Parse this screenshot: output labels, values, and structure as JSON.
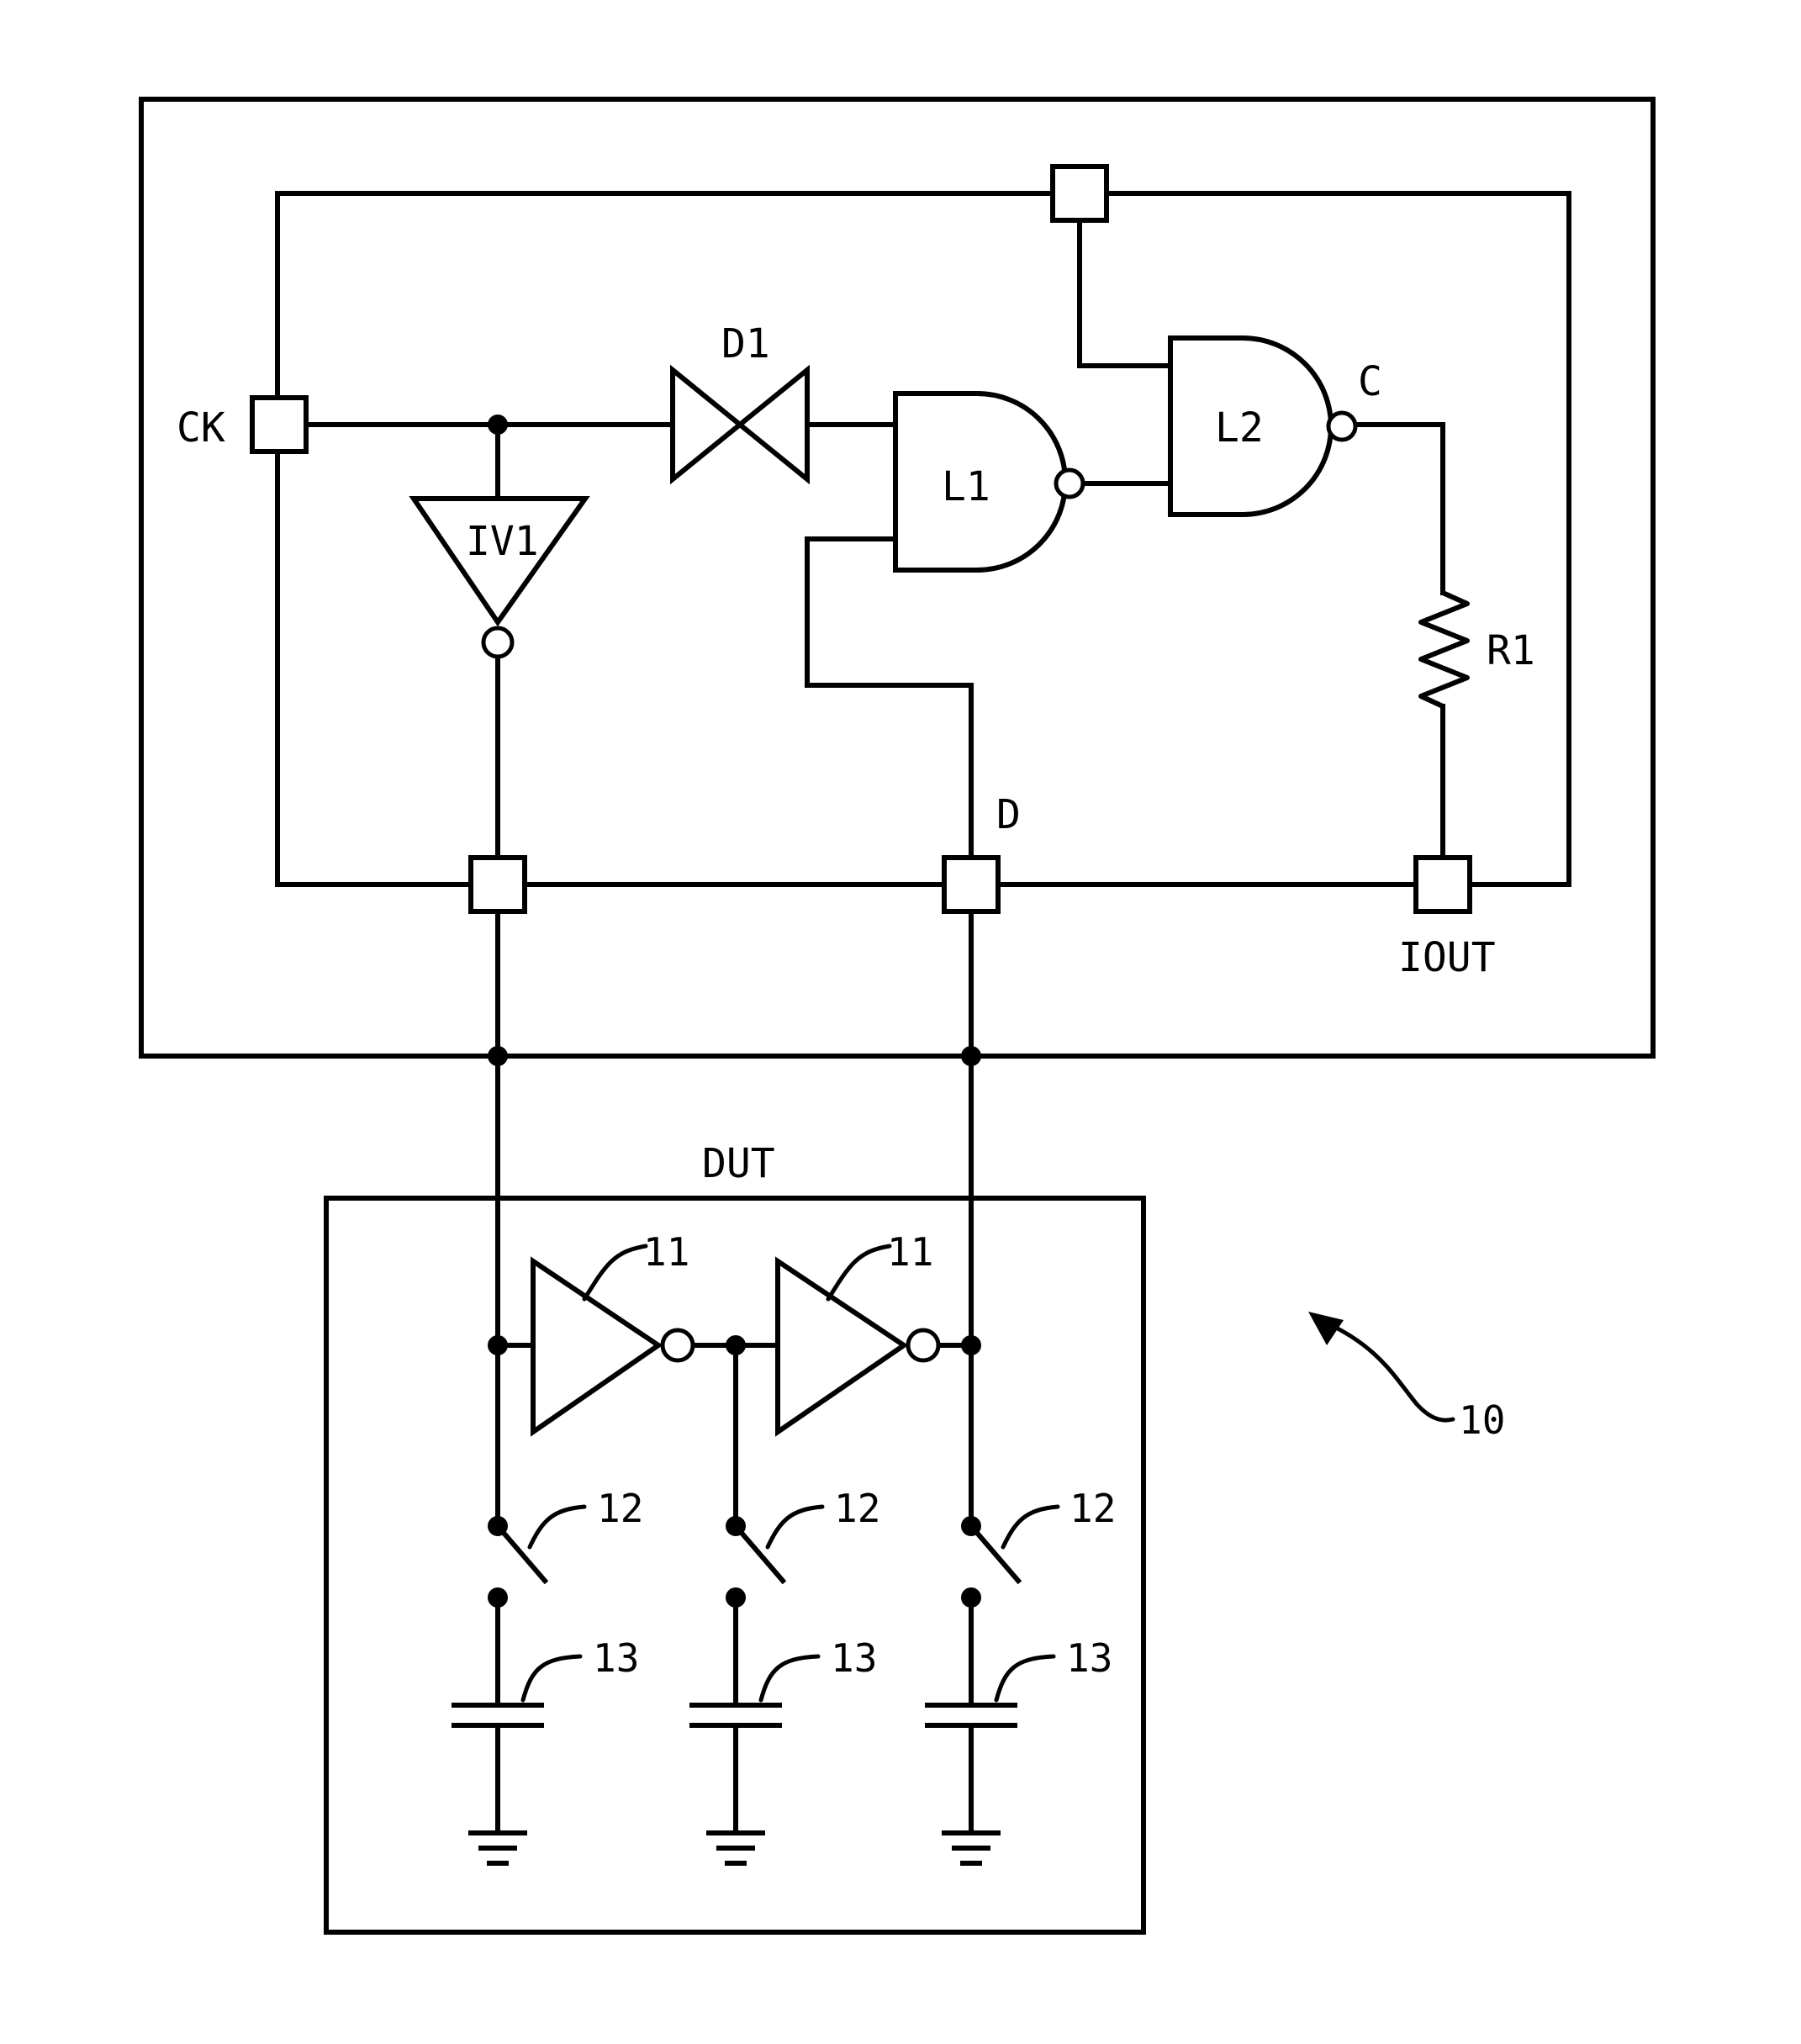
{
  "labels": {
    "ck": "CK",
    "d1": "D1",
    "iv1": "IV1",
    "l1": "L1",
    "l2": "L2",
    "c": "C",
    "r1": "R1",
    "d": "D",
    "iout": "IOUT",
    "dut": "DUT",
    "ref_inverter": "11",
    "ref_switch": "12",
    "ref_capacitor": "13",
    "ref_system": "10"
  }
}
